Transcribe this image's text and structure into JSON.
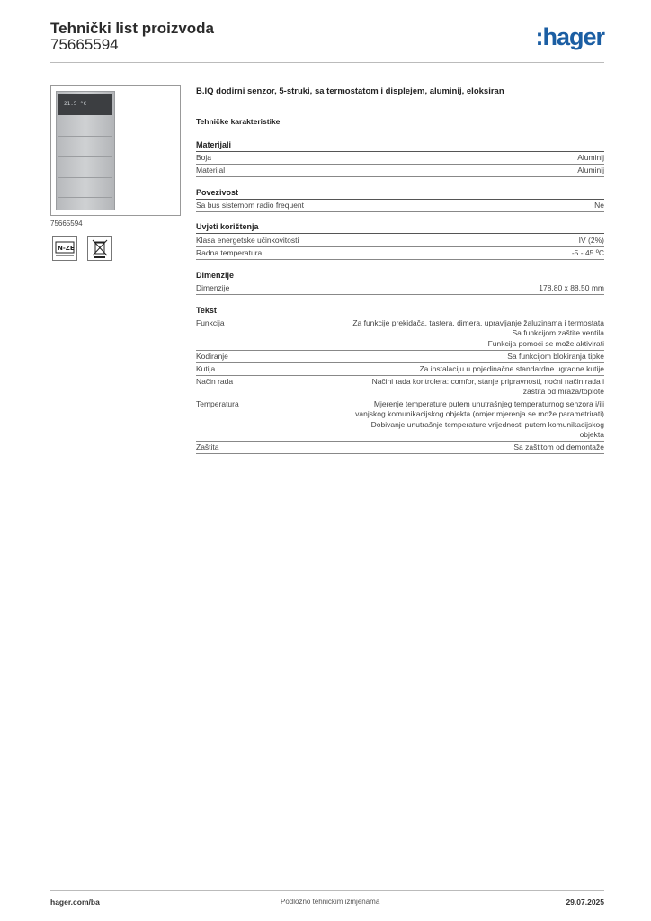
{
  "header": {
    "title": "Tehnički list proizvoda",
    "subtitle": "75665594",
    "logo": ":hager",
    "logo_color": "#1b5ea3"
  },
  "product": {
    "image_caption": "75665594",
    "device_display_text": "21.5 °C",
    "title": "B.IQ dodirni senzor, 5-struki, sa termostatom i displejem, aluminij, eloksiran",
    "section_heading": "Tehničke karakteristike",
    "icons": [
      "nf-ce-mark-icon",
      "weee-crossed-bin-icon"
    ]
  },
  "groups": {
    "materijali": {
      "title": "Materijali",
      "rows": [
        {
          "key": "Boja",
          "value": "Aluminij"
        },
        {
          "key": "Materijal",
          "value": "Aluminij"
        }
      ]
    },
    "povezivost": {
      "title": "Povezivost",
      "rows": [
        {
          "key": "Sa bus sistemom radio frequent",
          "value": "Ne"
        }
      ]
    },
    "uvjeti": {
      "title": "Uvjeti korištenja",
      "rows": [
        {
          "key": "Klasa energetske učinkovitosti",
          "value": "IV (2%)"
        },
        {
          "key": "Radna temperatura",
          "value": "-5 - 45 ºC"
        }
      ]
    },
    "dimenzije": {
      "title": "Dimenzije",
      "rows": [
        {
          "key": "Dimenzije",
          "value": "178.80 x 88.50 mm"
        }
      ]
    },
    "tekst": {
      "title": "Tekst",
      "rows": [
        {
          "key": "Funkcija",
          "lines": [
            "Za funkcije prekidača, tastera, dimera, upravljanje žaluzinama i termostata",
            "Sa funkcijom zaštite ventila",
            "Funkcija pomoći se može aktivirati"
          ]
        },
        {
          "key": "Kodiranje",
          "lines": [
            "Sa funkcijom blokiranja tipke"
          ]
        },
        {
          "key": "Kutija",
          "lines": [
            "Za instalaciju u pojedinačne standardne ugradne kutije"
          ]
        },
        {
          "key": "Način rada",
          "lines": [
            "Načini rada kontrolera: comfor, stanje pripravnosti, noćni način rada i",
            "zaštita od mraza/toplote"
          ]
        },
        {
          "key": "Temperatura",
          "lines": [
            "Mjerenje temperature putem unutrašnjeg temperaturnog senzora i/ili",
            "vanjskog komunikacijskog objekta (omjer mjerenja se može parametrirati)",
            "Dobivanje unutrašnje temperature vrijednosti putem komunikacijskog",
            "objekta"
          ]
        },
        {
          "key": "Zaštita",
          "lines": [
            "Sa zaštitom od demontaže"
          ]
        }
      ]
    }
  },
  "footer": {
    "left": "hager.com/ba",
    "middle": "Podložno tehničkim izmjenama",
    "right": "29.07.2025"
  }
}
